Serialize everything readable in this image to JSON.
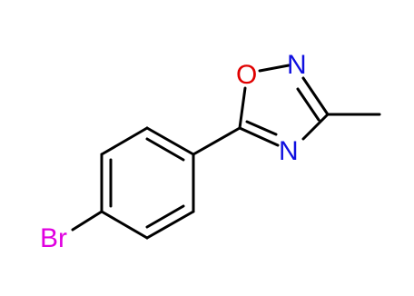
{
  "structure": {
    "atoms": {
      "oxygen": {
        "symbol": "O",
        "color": "#e00000"
      },
      "nitrogen_top": {
        "symbol": "N",
        "color": "#1010e0"
      },
      "nitrogen_bottom": {
        "symbol": "N",
        "color": "#1010e0"
      },
      "bromine": {
        "symbol": "Br",
        "color": "#e000e0"
      }
    },
    "bond_color": "#000000"
  }
}
